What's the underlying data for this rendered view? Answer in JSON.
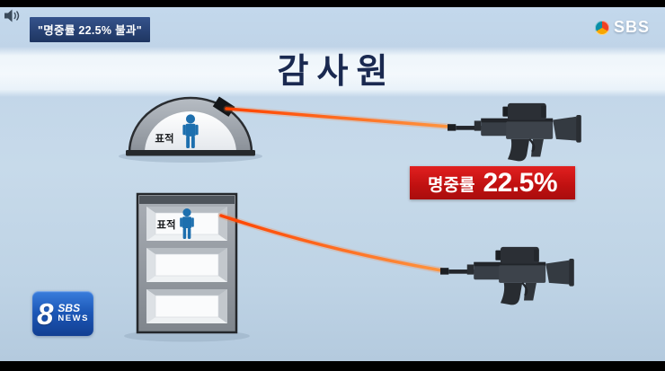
{
  "broadcast": {
    "caption": "\"명중률 22.5% 불과\"",
    "channel_logo": "SBS"
  },
  "header": {
    "title": "감사원"
  },
  "scene": {
    "dome_target_label": "표적",
    "building_target_label": "표적"
  },
  "result": {
    "label": "명중률",
    "value": "22.5%"
  },
  "news_logo": {
    "number": "8",
    "channel": "SBS",
    "caption": "NEWS"
  },
  "colors": {
    "background_blue": "#c6d9ea",
    "header_navy": "#1a2950",
    "caption_badge_navy": "#223b6b",
    "result_red": "#c21111",
    "laser_orange": "#ff5a00",
    "person_blue": "#1d6fae",
    "news_logo_blue": "#1c57b6"
  }
}
